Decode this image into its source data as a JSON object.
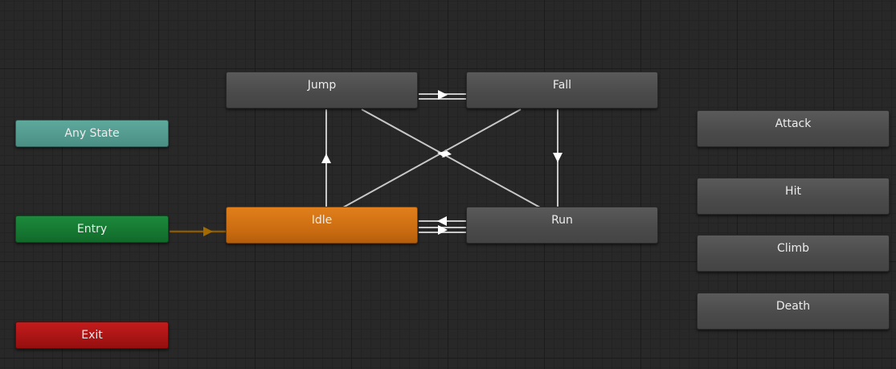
{
  "graph": {
    "special_states": {
      "any_state": "Any State",
      "entry": "Entry",
      "exit": "Exit"
    },
    "states": {
      "jump": "Jump",
      "fall": "Fall",
      "idle": "Idle",
      "run": "Run",
      "attack": "Attack",
      "hit": "Hit",
      "climb": "Climb",
      "death": "Death"
    },
    "default_state": "Idle",
    "transitions": [
      {
        "from": "Entry",
        "to": "Idle"
      },
      {
        "from": "Jump",
        "to": "Fall"
      },
      {
        "from": "Fall",
        "to": "Run"
      },
      {
        "from": "Idle",
        "to": "Jump"
      },
      {
        "from": "Idle",
        "to": "Run"
      },
      {
        "from": "Run",
        "to": "Idle"
      },
      {
        "from": "Jump",
        "to": "Run"
      },
      {
        "from": "Idle",
        "to": "Fall"
      }
    ],
    "colors": {
      "background": "#282828",
      "state": "#4f4f4f",
      "default_state": "#d6761a",
      "any_state": "#55998e",
      "entry": "#168032",
      "exit": "#b01414",
      "transition": "#c8c8c8",
      "entry_transition": "#8a5a00"
    }
  }
}
